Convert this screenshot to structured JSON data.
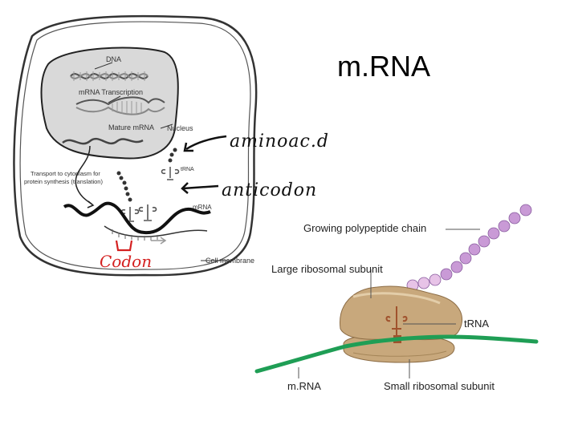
{
  "slide": {
    "title": "m.RNA"
  },
  "cell_diagram": {
    "labels": {
      "dna": "DNA",
      "transcription": "mRNA Transcription",
      "mature": "Mature mRNA",
      "nucleus": "Nucleus",
      "transport_line1": "Transport to cytoplasm for",
      "transport_line2": "protein synthesis (translation)",
      "trna": "tRNA",
      "mrna": "mRNA",
      "membrane": "Cell membrane"
    }
  },
  "annotations": {
    "amino_acid": "aminoac.d",
    "anticodon": "anticodon",
    "codon": "Codon"
  },
  "ribosome_diagram": {
    "labels": {
      "chain": "Growing polypeptide chain",
      "large": "Large ribosomal subunit",
      "trna": "tRNA",
      "mrna": "m.RNA",
      "small": "Small ribosomal subunit"
    }
  },
  "colors": {
    "mrna_green": "#1f9e55",
    "ribosome_tan": "#c8a87c",
    "bead_purple": "#c99ad6",
    "bead_pink": "#e7c3e7",
    "handwriting_red": "#d42020",
    "nucleus_gray": "#d9d9d9"
  }
}
